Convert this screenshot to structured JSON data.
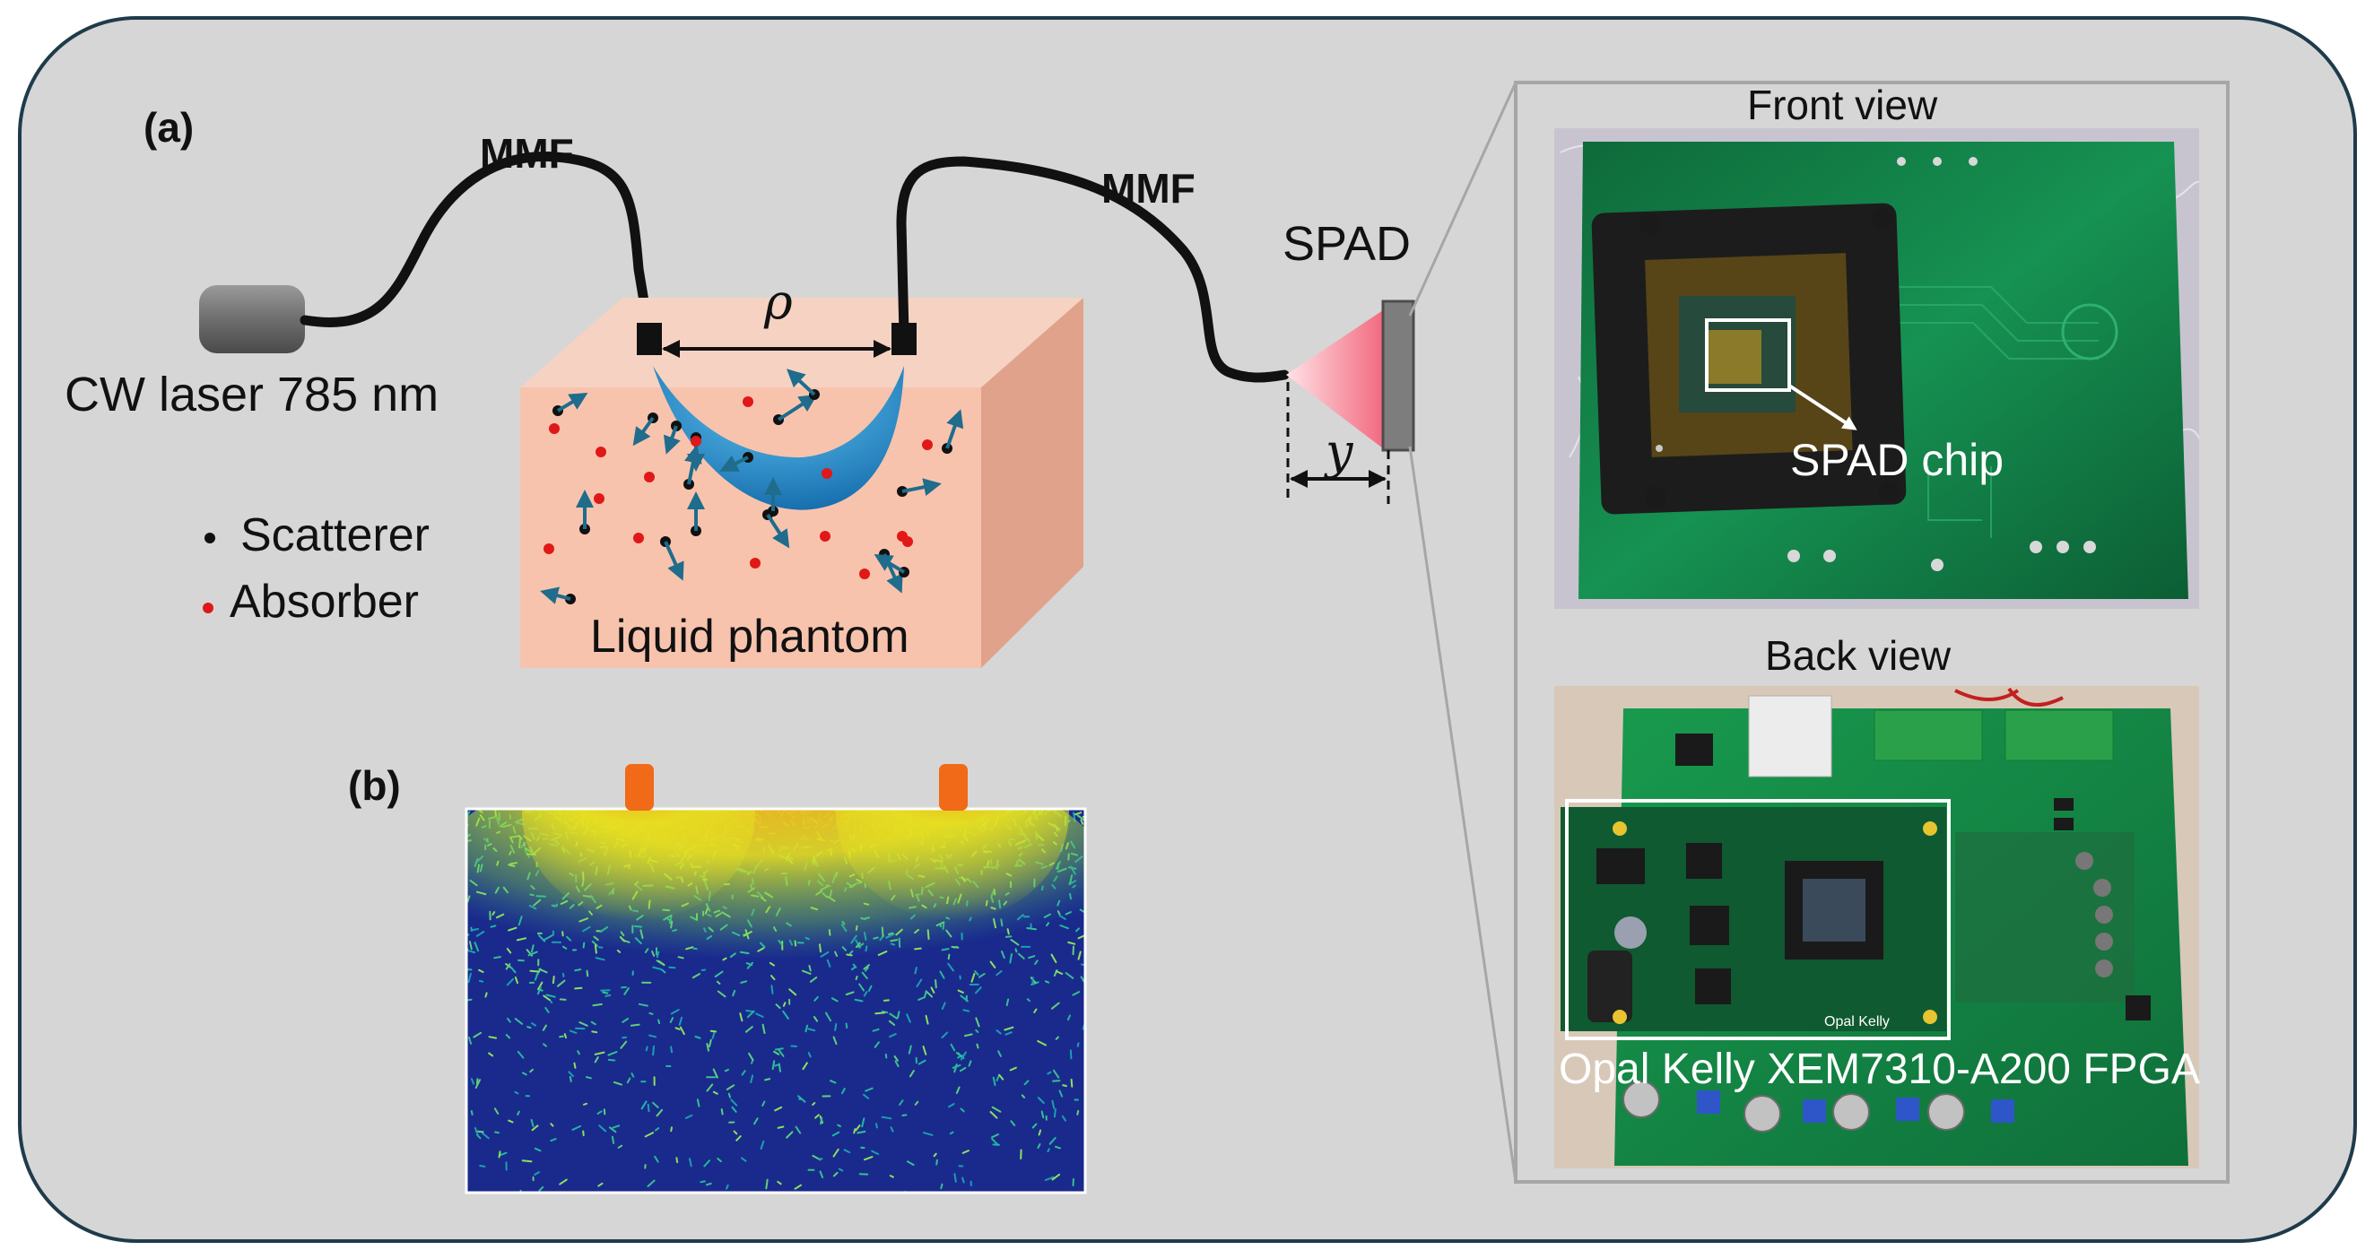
{
  "panel_a": {
    "label": "(a)",
    "fiber_label_1": "MMF",
    "fiber_label_2": "MMF",
    "laser_label": "CW laser 785 nm",
    "rho_symbol": "ρ",
    "spad_label": "SPAD",
    "y_symbol": "y",
    "legend": {
      "scatterer_label": "Scatterer",
      "absorber_label": "Absorber",
      "scatterer_color": "#111111",
      "absorber_color": "#e01818"
    },
    "phantom_label": "Liquid phantom",
    "photo_front": {
      "title": "Front view",
      "callout": "SPAD chip"
    },
    "photo_back": {
      "title": "Back view",
      "callout": "Opal Kelly XEM7310-A200 FPGA",
      "silkscreen": "Opal Kelly"
    }
  },
  "panel_b": {
    "label": "(b)",
    "colormap_low": "#1a2a8c",
    "colormap_mid": "#e8e020",
    "colormap_high": "#d81e10"
  },
  "colors": {
    "frame_bg": "#d6d6d6",
    "phantom_front": "#f8c3ad",
    "phantom_side": "#e0a28a",
    "banana": "#1b84c9",
    "pcb_green": "#14804a",
    "arrow_teal": "#1f6c8c"
  }
}
